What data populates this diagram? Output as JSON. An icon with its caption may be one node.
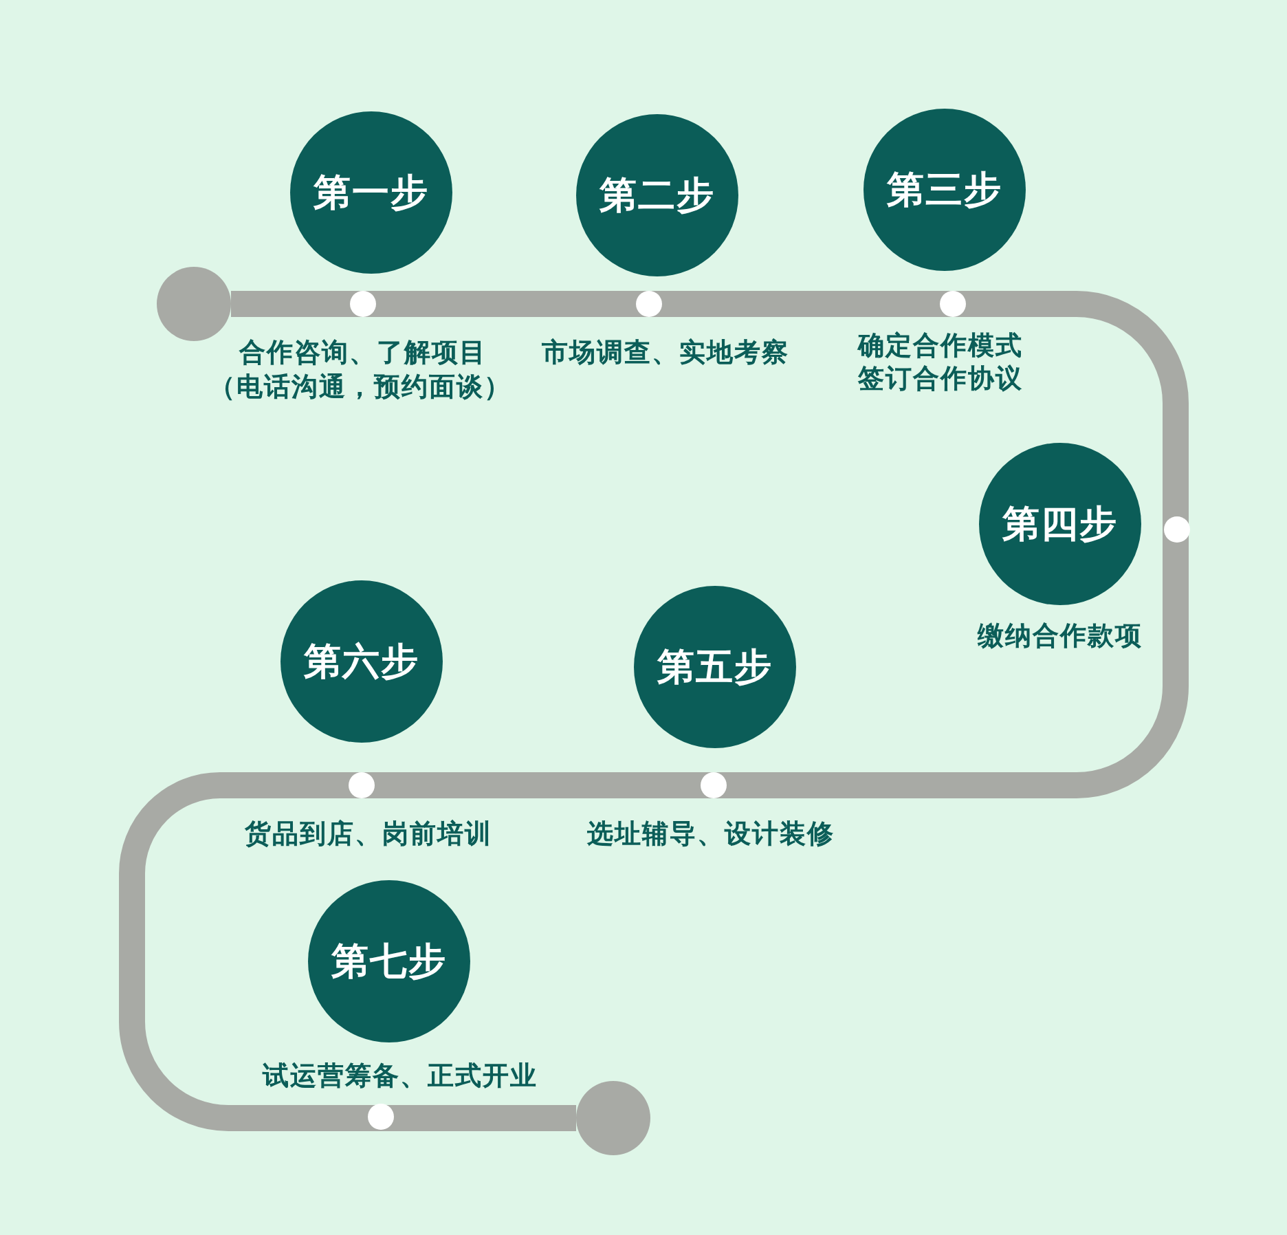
{
  "diagram": {
    "nodes": [
      {
        "text": [],
        "shape": "circle"
      },
      {
        "text": [
          "第一步"
        ],
        "beside": [
          "合作咨询、了解项目",
          "（电话沟通，预约面谈）"
        ]
      },
      {
        "text": [
          "第二步"
        ],
        "beside": [
          "市场调查、实地考察"
        ]
      },
      {
        "text": [
          "第三步"
        ],
        "beside": [
          "确定合作模式",
          "签订合作协议"
        ]
      },
      {
        "text": [
          "第四步"
        ],
        "beside": [
          "缴纳合作款项"
        ]
      },
      {
        "text": [
          "第五步"
        ],
        "beside": [
          "选址辅导、设计装修"
        ]
      },
      {
        "text": [
          "第六步"
        ]
      },
      {
        "text": [
          "第七步"
        ],
        "beside": [
          "试运营筹备、正式开业"
        ]
      },
      {
        "text": [],
        "shape": "circle"
      }
    ],
    "edges": [
      {
        "from": 0,
        "to": 8,
        "arrow": "none"
      }
    ],
    "labels": [
      "货品到店、岗前培训"
    ]
  }
}
